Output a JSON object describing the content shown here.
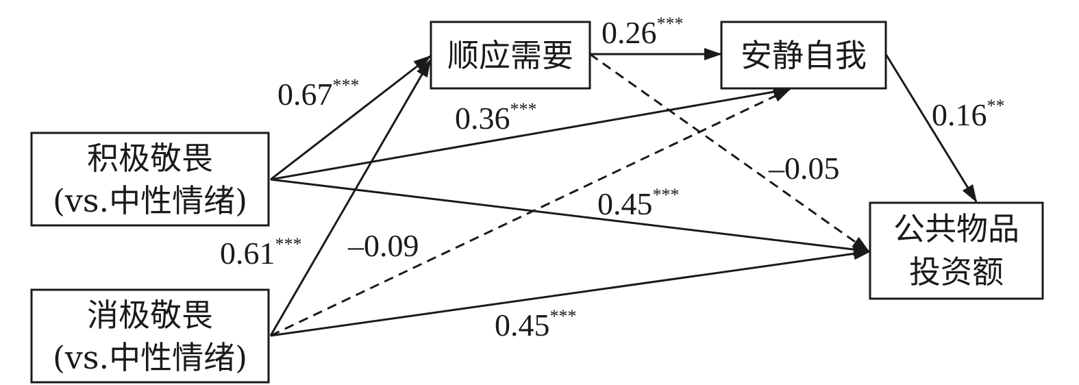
{
  "nodes": {
    "positive_awe": {
      "line1": "积极敬畏",
      "line2": "(vs.中性情绪)"
    },
    "negative_awe": {
      "line1": "消极敬畏",
      "line2": "(vs.中性情绪)"
    },
    "conformity": {
      "label": "顺应需要"
    },
    "quiet_ego": {
      "label": "安静自我"
    },
    "public_goods": {
      "line1": "公共物品",
      "line2": "投资额"
    }
  },
  "paths": [
    {
      "id": "pos-conf",
      "from": "positive_awe",
      "to": "conformity",
      "value": "0.67",
      "sig": "***",
      "style": "solid"
    },
    {
      "id": "pos-quiet",
      "from": "positive_awe",
      "to": "quiet_ego",
      "value": "0.36",
      "sig": "***",
      "style": "solid"
    },
    {
      "id": "pos-public",
      "from": "positive_awe",
      "to": "public_goods",
      "value": "0.45",
      "sig": "***",
      "style": "solid"
    },
    {
      "id": "neg-conf",
      "from": "negative_awe",
      "to": "conformity",
      "value": "0.61",
      "sig": "***",
      "style": "solid"
    },
    {
      "id": "neg-quiet",
      "from": "negative_awe",
      "to": "quiet_ego",
      "value": "–0.09",
      "sig": "",
      "style": "dashed"
    },
    {
      "id": "neg-public",
      "from": "negative_awe",
      "to": "public_goods",
      "value": "0.45",
      "sig": "***",
      "style": "solid"
    },
    {
      "id": "conf-quiet",
      "from": "conformity",
      "to": "quiet_ego",
      "value": "0.26",
      "sig": "***",
      "style": "solid"
    },
    {
      "id": "conf-public",
      "from": "conformity",
      "to": "public_goods",
      "value": "–0.05",
      "sig": "",
      "style": "dashed"
    },
    {
      "id": "quiet-public",
      "from": "quiet_ego",
      "to": "public_goods",
      "value": "0.16",
      "sig": "**",
      "style": "solid"
    }
  ]
}
